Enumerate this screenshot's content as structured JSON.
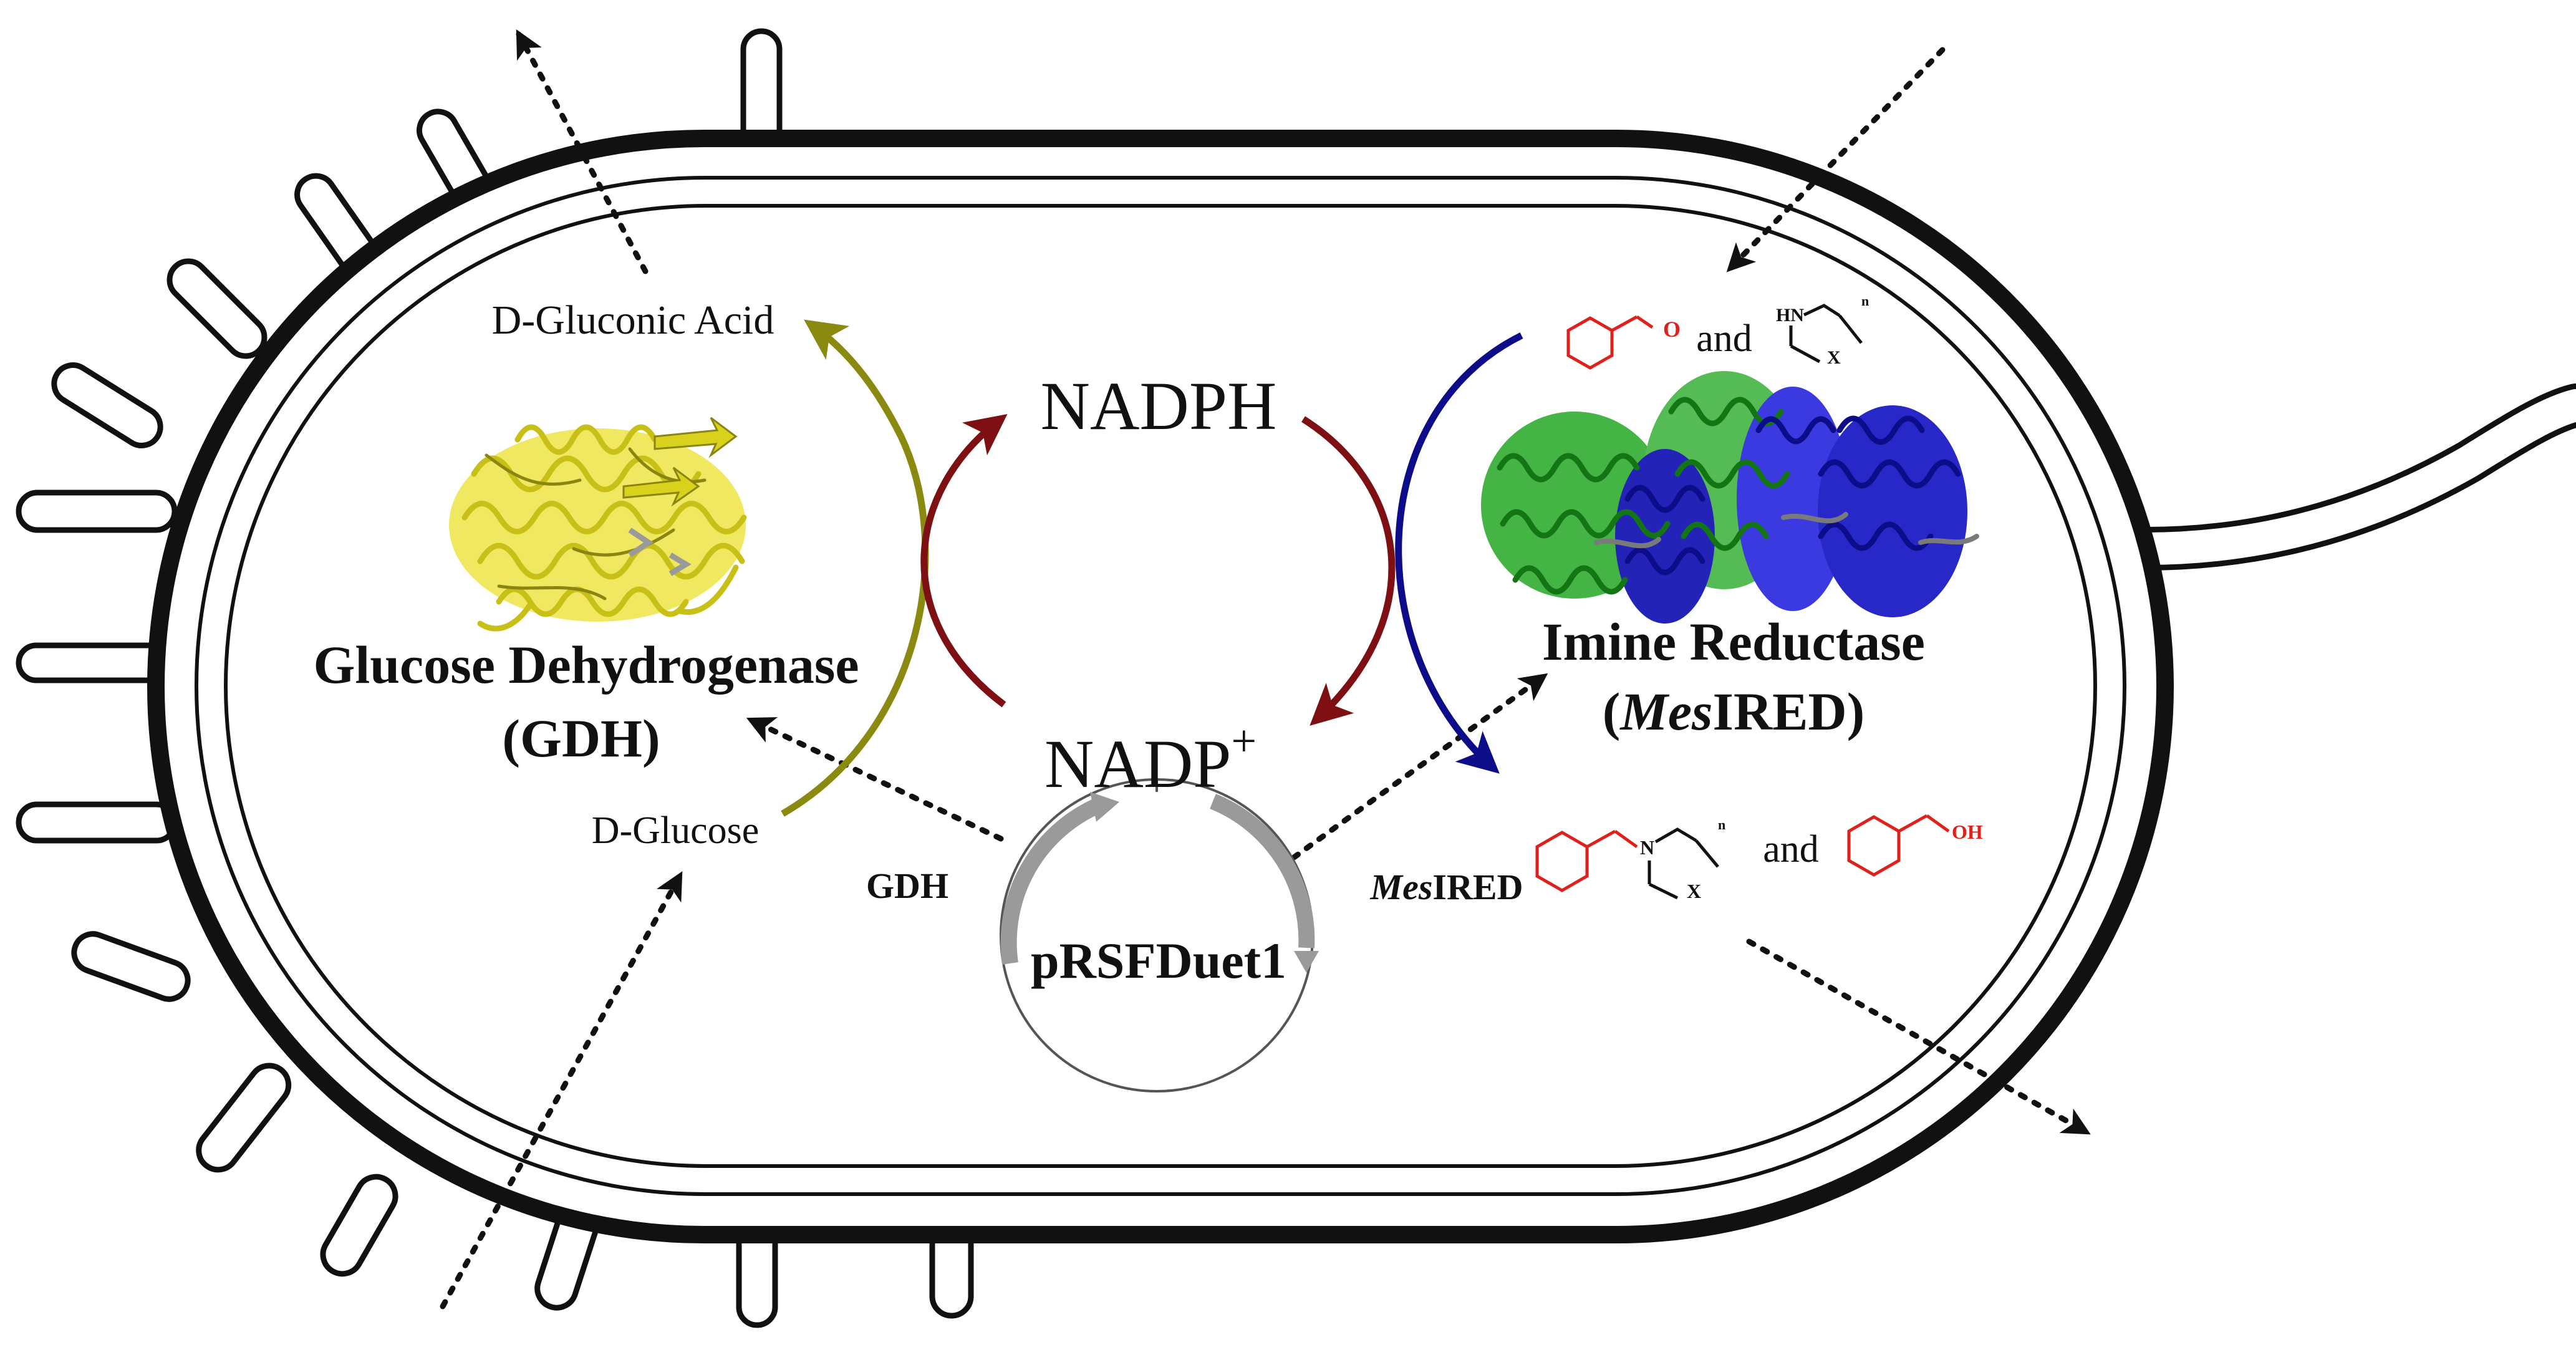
{
  "labels": {
    "gluconic_acid": "D-Gluconic Acid",
    "glucose": "D-Glucose",
    "nadph": "NADPH",
    "nadp_base": "NADP",
    "nadp_sup": "+",
    "gdh_name": "Glucose Dehydrogenase",
    "gdh_abbr": "(GDH)",
    "ired_name": "Imine Reductase",
    "ired_abbr_open": "(",
    "ired_abbr_italic": "Mes",
    "ired_abbr_rest": "IRED)",
    "plasmid": "pRSFDuet1",
    "gene_gdh": "GDH",
    "gene_ired_italic": "Mes",
    "gene_ired_rest": "IRED",
    "and_top": "and",
    "and_bottom": "and",
    "aldehyde_o": "O",
    "amine_hn": "HN",
    "amine_x": "X",
    "amine_n": "n",
    "product_n": "N",
    "product_x": "X",
    "product_sub_n": "n",
    "alcohol_oh": "OH"
  },
  "colors": {
    "gdh_arrow": "#8a8a10",
    "nadph_cycle": "#7e0f12",
    "ired_arrow": "#0d0d8a",
    "substrate_red": "#e0201b",
    "gdh_protein": "#d9d21c",
    "ired_green": "#1f9a1f",
    "ired_blue": "#1a1ad0"
  },
  "icons": [
    "cell-membrane",
    "flagellum",
    "pili",
    "plasmid-map",
    "gdh-protein-structure",
    "ired-protein-structure"
  ]
}
